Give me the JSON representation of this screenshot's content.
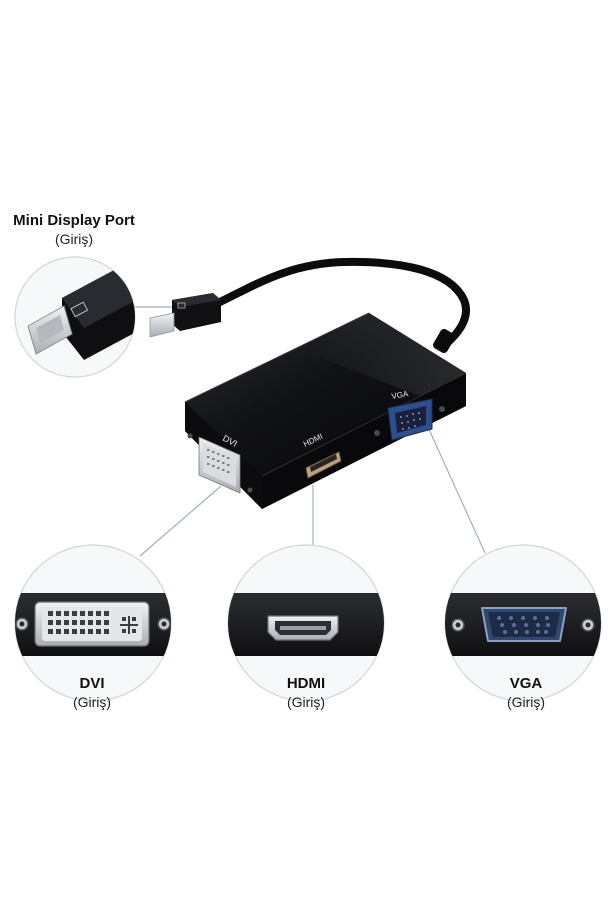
{
  "labels": {
    "mini_display_port": {
      "title": "Mini Display Port",
      "sub": "(Giriş)"
    },
    "dvi": {
      "title": "DVI",
      "sub": "(Giriş)"
    },
    "hdmi": {
      "title": "HDMI",
      "sub": "(Giriş)"
    },
    "vga": {
      "title": "VGA",
      "sub": "(Giriş)"
    }
  },
  "device_port_text": {
    "dvi": "DVI",
    "hdmi": "HDMI",
    "vga": "VGA"
  },
  "colors": {
    "background": "#ffffff",
    "adapter_body": "#0b0b0d",
    "callout_ring": "#cfd6da",
    "leader_line": "#9fb1b9",
    "port_metal": "#c9ccd0"
  }
}
